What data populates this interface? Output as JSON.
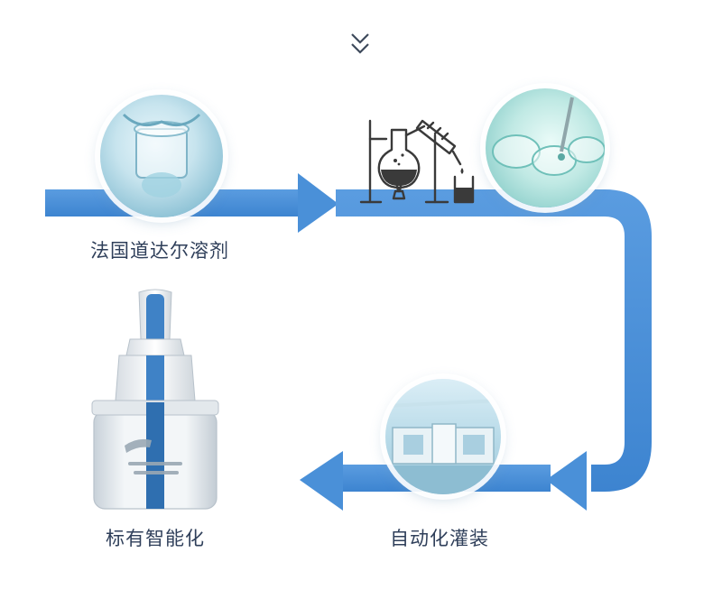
{
  "steps": [
    {
      "label": "法国道达尔溶剂"
    },
    {
      "label": "自动化灌装"
    },
    {
      "label": "标有智能化"
    }
  ],
  "colors": {
    "flow": "#4a90d8",
    "flow_light": "#7fb3e6",
    "text": "#2f3f5a",
    "bottle_blue": "#3f82c6"
  },
  "icons": {
    "scroll_down": "double-chevron-down-icon",
    "lab": "distillation-apparatus-icon"
  }
}
